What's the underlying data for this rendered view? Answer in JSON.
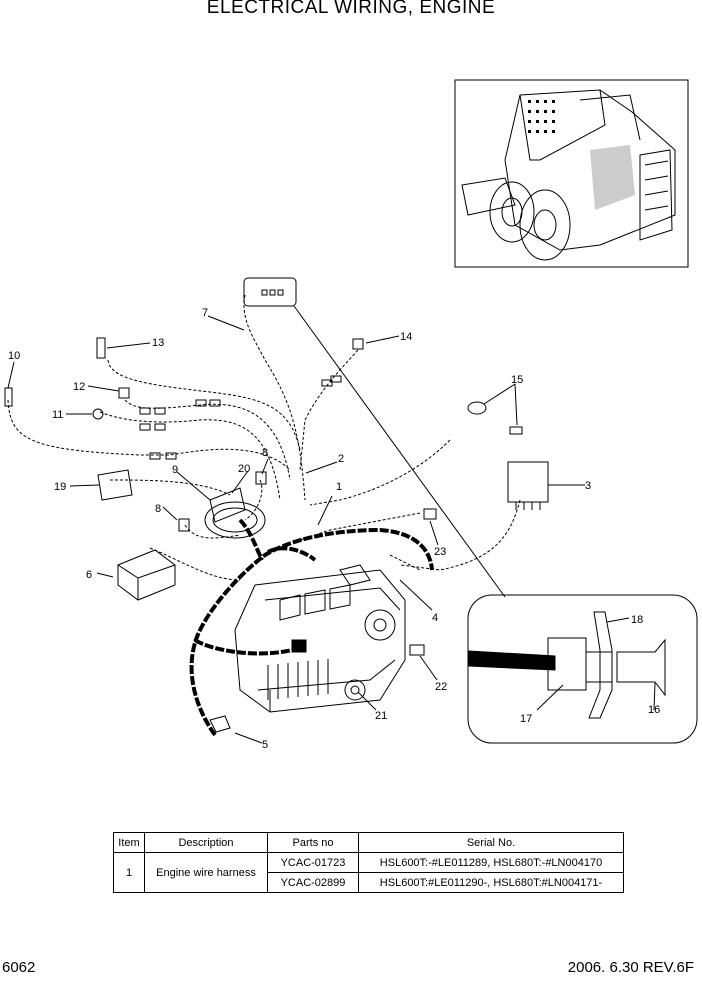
{
  "title": "ELECTRICAL WIRING, ENGINE",
  "callouts": [
    "1",
    "2",
    "3",
    "4",
    "5",
    "6",
    "7",
    "8",
    "8",
    "9",
    "10",
    "11",
    "12",
    "13",
    "14",
    "15",
    "16",
    "17",
    "18",
    "19",
    "20",
    "21",
    "22",
    "23"
  ],
  "table": {
    "headers": [
      "Item",
      "Description",
      "Parts no",
      "Serial No."
    ],
    "item": "1",
    "description": "Engine wire harness",
    "rows": [
      {
        "parts_no": "YCAC-01723",
        "serial_no": "HSL600T:-#LE011289, HSL680T:-#LN004170"
      },
      {
        "parts_no": "YCAC-02899",
        "serial_no": "HSL600T:#LE011290-, HSL680T:#LN004171-"
      }
    ]
  },
  "footer": {
    "page_number": "6062",
    "revision": "2006. 6.30  REV.6F"
  }
}
